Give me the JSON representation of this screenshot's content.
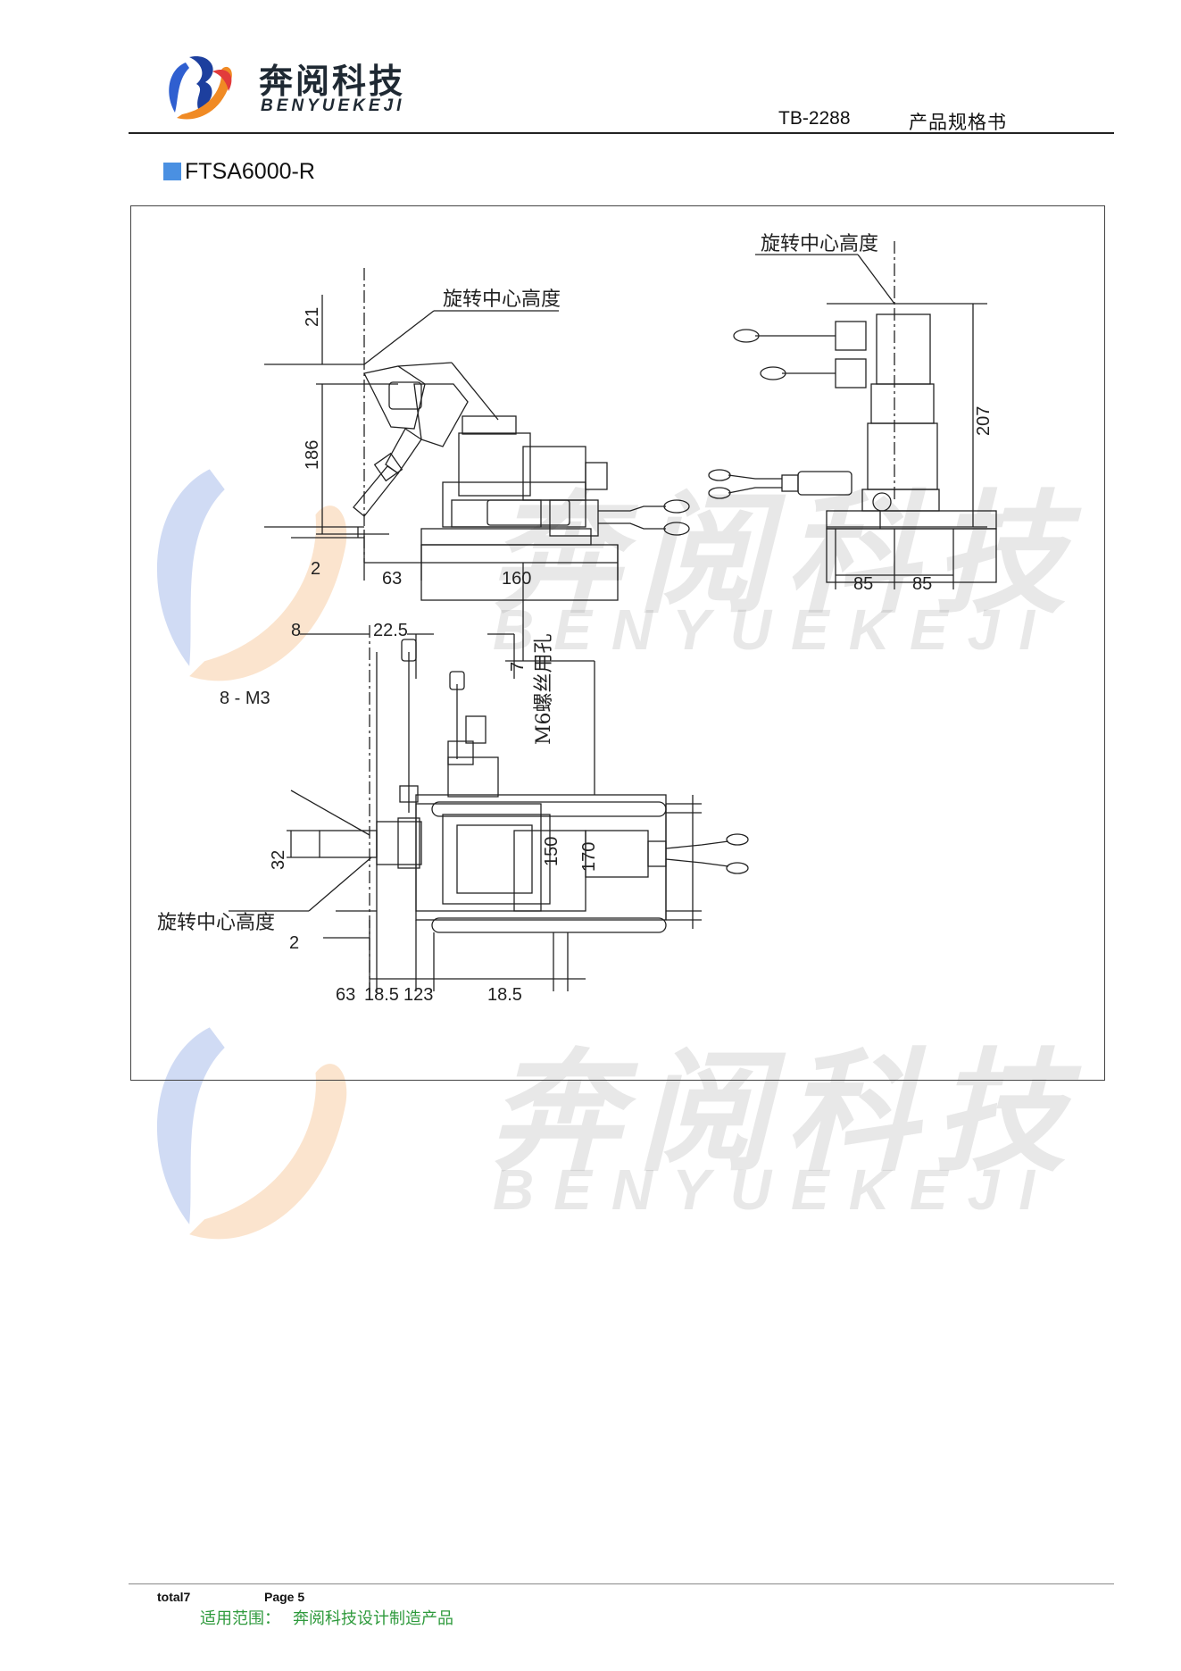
{
  "header": {
    "logo_text_cn": "奔阅科技",
    "logo_text_en": "BENYUEKEJI",
    "doc_code": "TB-2288",
    "doc_type": "产品规格书"
  },
  "section": {
    "title": "FTSA6000-R"
  },
  "drawing": {
    "top_left_view": {
      "label_rotation_center": "旋转中心高度",
      "dims": {
        "d21": "21",
        "d186": "186",
        "d2": "2",
        "d63": "63",
        "d160": "160"
      }
    },
    "top_right_view": {
      "label_rotation_center": "旋转中心高度",
      "dims": {
        "d207": "207",
        "d85a": "85",
        "d85b": "85"
      }
    },
    "bottom_view": {
      "label_rotation_center": "旋转中心高度",
      "label_thread_hole": "M6螺丝用孔",
      "label_m3": "8 - M3",
      "dims": {
        "d7": "7",
        "d8": "8",
        "d22_5": "22.5",
        "d32": "32",
        "d150": "150",
        "d170": "170",
        "d2": "2",
        "d63": "63",
        "d18_5a": "18.5",
        "d123": "123",
        "d18_5b": "18.5"
      }
    }
  },
  "watermark": {
    "cn": "奔阅科技",
    "en": "BENYUEKEJI"
  },
  "footer": {
    "total": "total7",
    "page": "Page 5",
    "scope_label": "适用范围：",
    "scope_value": "奔阅科技设计制造产品"
  },
  "colors": {
    "accent_square": "#4a90e2",
    "footer_green": "#2e9a3c",
    "logo_blue": "#2f5fd0",
    "logo_orange": "#f08a24",
    "logo_red": "#e23b3b"
  }
}
